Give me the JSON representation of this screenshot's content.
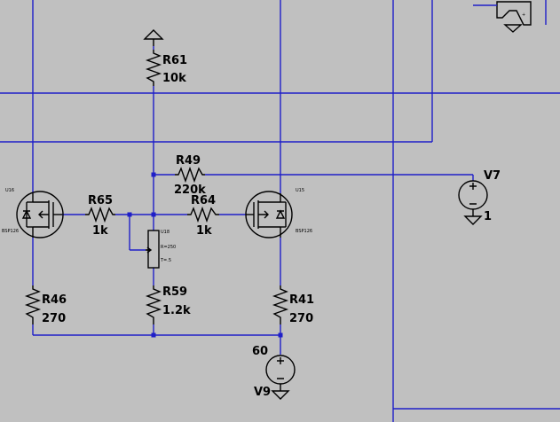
{
  "components": {
    "r61": {
      "ref": "R61",
      "value": "10k"
    },
    "r49": {
      "ref": "R49",
      "value": "220k"
    },
    "r65": {
      "ref": "R65",
      "value": "1k"
    },
    "r64": {
      "ref": "R64",
      "value": "1k"
    },
    "r59": {
      "ref": "R59",
      "value": "1.2k"
    },
    "r46": {
      "ref": "R46",
      "value": "270"
    },
    "r41": {
      "ref": "R41",
      "value": "270"
    },
    "v7": {
      "ref": "V7",
      "value": "1"
    },
    "v9": {
      "ref": "V9",
      "value": "60"
    },
    "u16": {
      "ref": "U16",
      "model": "BSP126"
    },
    "u15": {
      "ref": "U15",
      "model": "BSP126"
    },
    "u18": {
      "ref": "U18",
      "param1": "R=250",
      "param2": "T=.5"
    }
  },
  "colors": {
    "background": "#c0c0c0",
    "wire": "#1f1fc8",
    "component": "#000000"
  }
}
